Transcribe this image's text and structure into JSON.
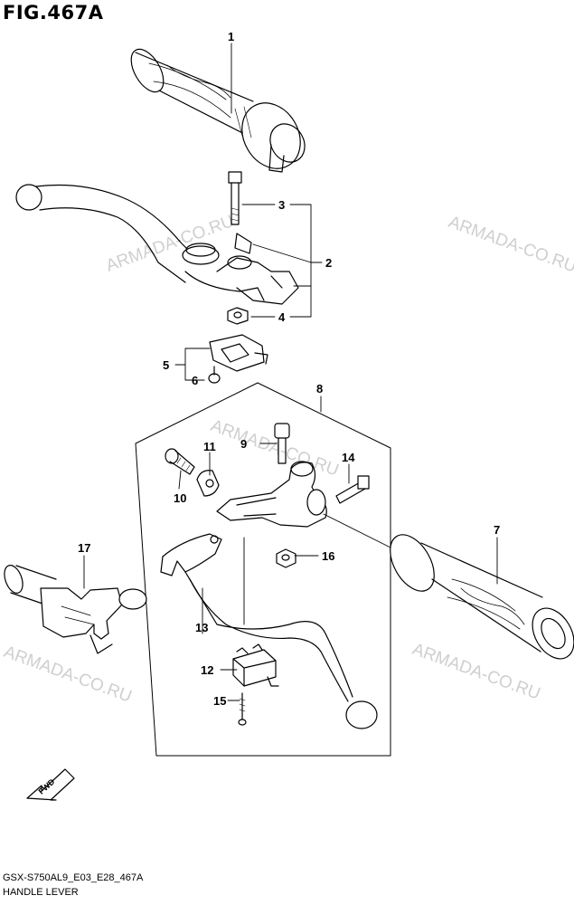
{
  "figure": {
    "title": "FIG.467A",
    "code": "GSX-S750AL9_E03_E28_467A",
    "name": "HANDLE LEVER"
  },
  "watermark": "ARMADA-CO.RU",
  "direction_label": "FWD",
  "callouts": [
    "1",
    "2",
    "3",
    "4",
    "5",
    "6",
    "7",
    "8",
    "9",
    "10",
    "11",
    "12",
    "13",
    "14",
    "15",
    "16",
    "17"
  ],
  "colors": {
    "line": "#000000",
    "watermark": "#cfcfcf",
    "background": "#ffffff"
  }
}
